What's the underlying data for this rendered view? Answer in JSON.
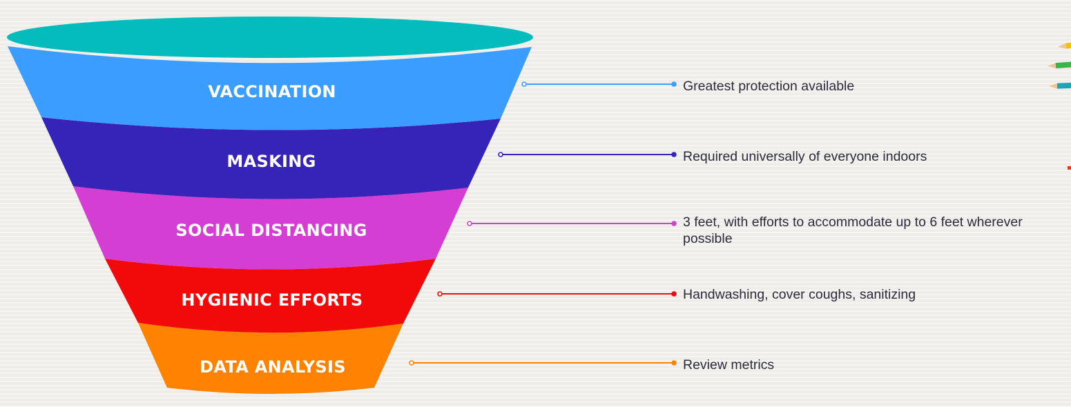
{
  "funnel": {
    "top_color": "#05bcbc",
    "stages": [
      {
        "label": "VACCINATION",
        "description": "Greatest protection available",
        "color": "#3a9dff"
      },
      {
        "label": "MASKING",
        "description": "Required universally of everyone indoors",
        "color": "#3623b8"
      },
      {
        "label": "SOCIAL DISTANCING",
        "description": "3 feet, with efforts to accommodate up to 6 feet wherever possible",
        "color": "#d53ed3"
      },
      {
        "label": "HYGIENIC EFFORTS",
        "description": "Handwashing, cover coughs, sanitizing",
        "color": "#f20a0a"
      },
      {
        "label": "DATA ANALYSIS",
        "description": "Review metrics",
        "color": "#ff8200"
      }
    ]
  },
  "decoration": {
    "pencil_colors": [
      "#f2c200",
      "#39b54a",
      "#1aa6b7",
      "#e8331c"
    ]
  }
}
